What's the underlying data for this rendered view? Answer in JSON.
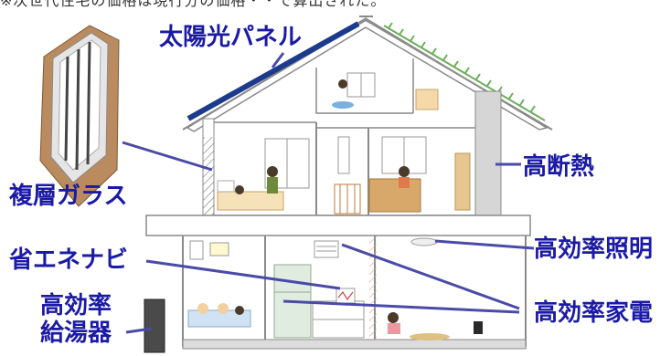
{
  "caption": "※次世代住宅の価格は現行分の価格・・で算出された。",
  "labels": {
    "solar_panel": "太陽光パネル",
    "multi_layer_glass": "複層ガラス",
    "high_insulation": "高断熱",
    "energy_navi": "省エネナビ",
    "efficient_lighting": "高効率照明",
    "efficient_appliances": "高効率家電",
    "efficient_water_heater_line1": "高効率",
    "efficient_water_heater_line2": "給湯器"
  },
  "colors": {
    "label_text": "#1a1aa6",
    "leader_line": "#4a4aa8",
    "solar_panel": "#1c3b8c",
    "green_roof": "#6cae5a",
    "house_outline": "#8a8a8a",
    "window_frame_wood": "#b98b5e"
  },
  "icons": [
    "window-sample-icon",
    "water-heater-icon",
    "person-figures"
  ]
}
